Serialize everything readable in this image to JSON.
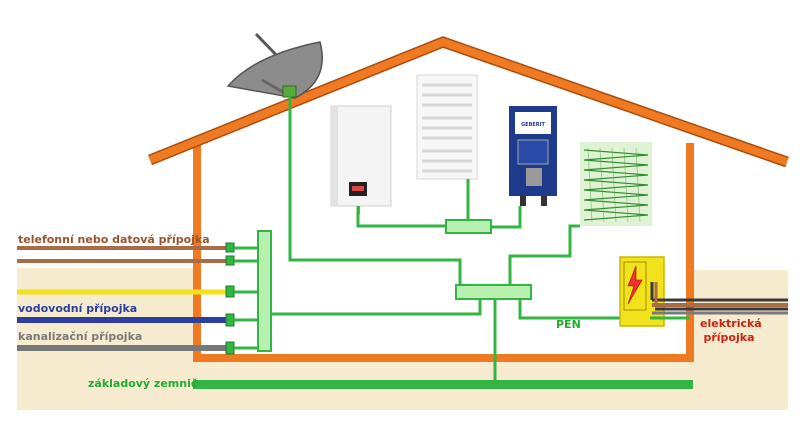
{
  "labels": {
    "telephone": "telefonní nebo datová přípojka",
    "water": "vodovodní přípojka",
    "sewer": "kanalizační přípojka",
    "earth": "základový zemnič",
    "pen": "PEN",
    "electric": "elektrická přípojka"
  },
  "appliance_text": {
    "toilet_brand": "GEBERIT"
  },
  "colors": {
    "roof": "#f07a22",
    "ground": "#f6ebcf",
    "bonding": "#33b544",
    "bar_fill": "#b7f0b0",
    "telephone": "#a86c46",
    "water": "#f2e21c",
    "water_blue": "#2c3ea0",
    "sewer": "#777777",
    "electric_box": "#f2e21c",
    "electric_label": "#cc2211"
  },
  "icons": [
    "satellite-dish-icon",
    "boiler-icon",
    "towel-radiator-icon",
    "toilet-frame-icon",
    "floor-heating-icon",
    "lightning-icon"
  ]
}
